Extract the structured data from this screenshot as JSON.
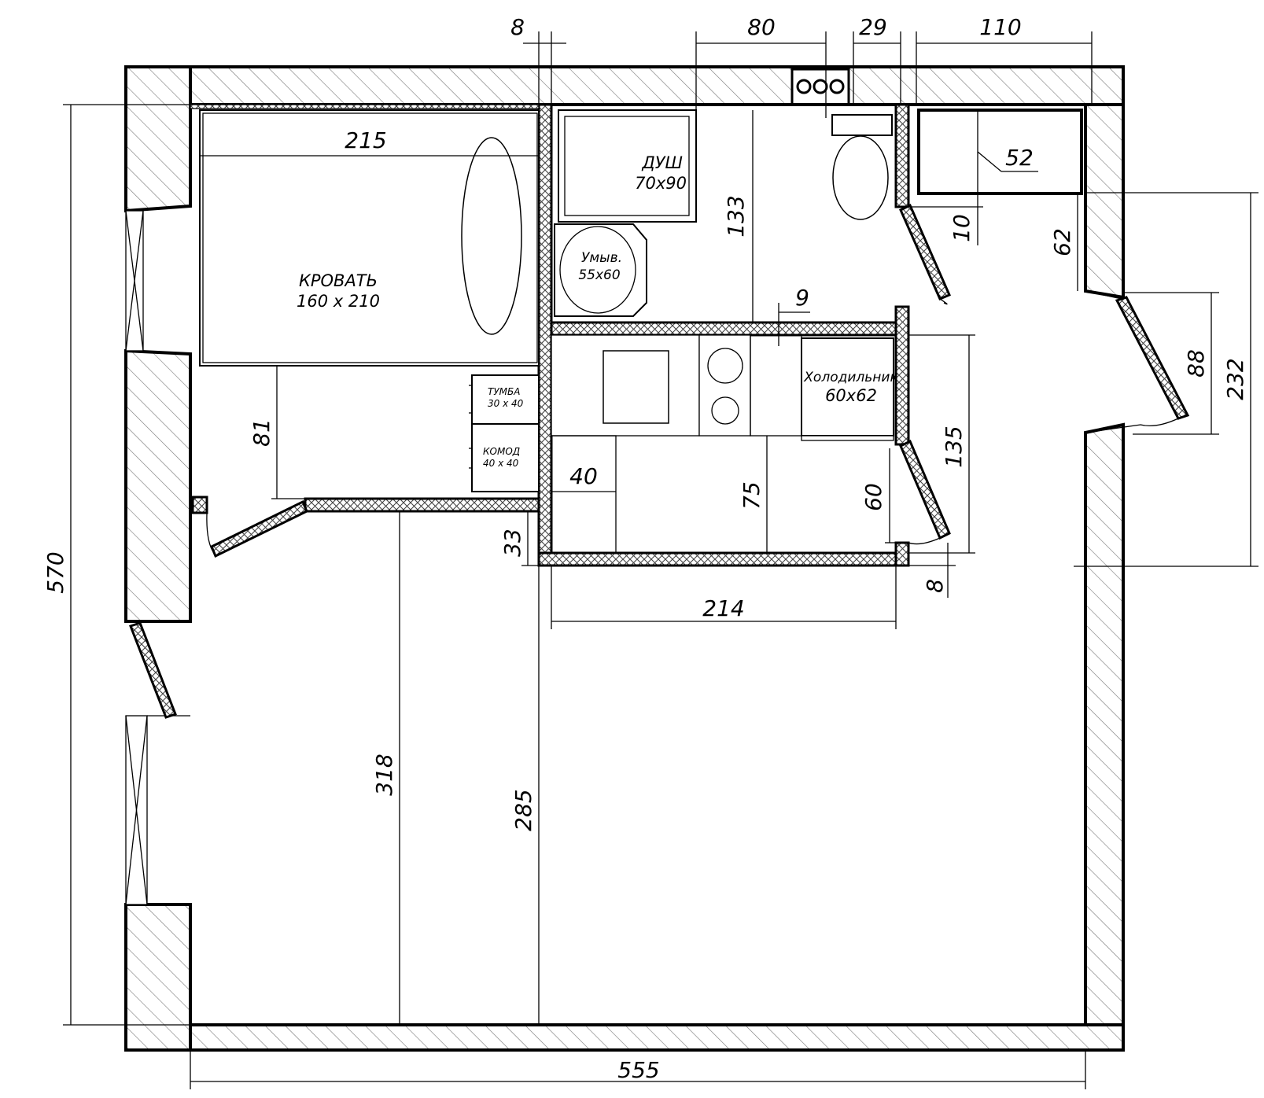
{
  "plan": {
    "overall": {
      "width": "555",
      "height": "570"
    },
    "top_dims": {
      "d8": "8",
      "d80": "80",
      "d29": "29",
      "d110": "110"
    },
    "interior_dims": {
      "bed_width": "215",
      "d133": "133",
      "d9": "9",
      "d52": "52",
      "d10": "10",
      "d62": "62",
      "d88": "88",
      "d232": "232",
      "d81": "81",
      "d40": "40",
      "d75": "75",
      "d60": "60",
      "d135": "135",
      "d33": "33",
      "d8b": "8",
      "d214": "214",
      "d318": "318",
      "d285": "285"
    },
    "furniture": {
      "bed": {
        "name": "КРОВАТЬ",
        "size": "160 x 210"
      },
      "shower": {
        "name": "ДУШ",
        "size": "70x90"
      },
      "sink": {
        "name": "Умыв.",
        "size": "55x60"
      },
      "nightstand": {
        "name": "ТУМБА",
        "size": "30 x 40"
      },
      "dresser": {
        "name": "КОМОД",
        "size": "40 x 40"
      },
      "fridge": {
        "name": "Холодильник",
        "size": "60x62"
      }
    }
  }
}
